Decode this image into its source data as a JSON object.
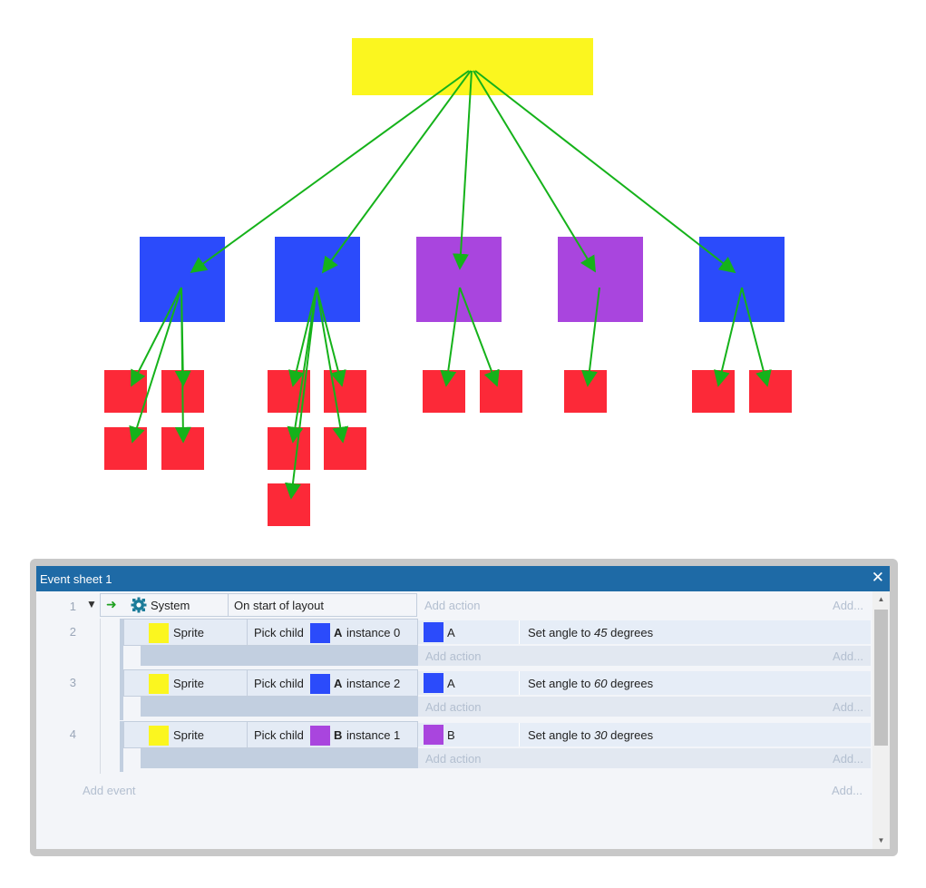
{
  "scene": {
    "parent_color": "#fbf61f",
    "child_colors": {
      "A": "#2b4bfb",
      "B": "#a945de"
    },
    "grandchild_color": "#fc2938",
    "arrow_color": "#15b21a"
  },
  "sheet": {
    "title": "Event sheet 1",
    "add_action_label": "Add action",
    "add_more_label": "Add...",
    "add_event_label": "Add event",
    "events": [
      {
        "number": "1",
        "object": "System",
        "condition": "On start of layout"
      },
      {
        "number": "2",
        "object": "Sprite",
        "pick_prefix": "Pick child",
        "child_name": "A",
        "pick_suffix": "instance 0",
        "action_object": "A",
        "action_prefix": "Set angle to",
        "action_value": "45",
        "action_suffix": "degrees"
      },
      {
        "number": "3",
        "object": "Sprite",
        "pick_prefix": "Pick child",
        "child_name": "A",
        "pick_suffix": "instance 2",
        "action_object": "A",
        "action_prefix": "Set angle to",
        "action_value": "60",
        "action_suffix": "degrees"
      },
      {
        "number": "4",
        "object": "Sprite",
        "pick_prefix": "Pick child",
        "child_name": "B",
        "pick_suffix": "instance 1",
        "action_object": "B",
        "action_prefix": "Set angle to",
        "action_value": "30",
        "action_suffix": "degrees"
      }
    ]
  }
}
